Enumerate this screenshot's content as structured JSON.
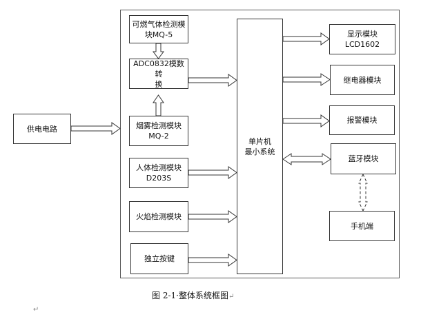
{
  "diagram": {
    "title": "整体系统框图",
    "power": {
      "label": "供电电路"
    },
    "inputs": [
      {
        "id": "gas",
        "label": "可燃气体检测模\n块MQ-5"
      },
      {
        "id": "adc",
        "label": "ADC0832模数转\n换"
      },
      {
        "id": "smoke",
        "label": "烟雾检测模块\nMQ-2"
      },
      {
        "id": "human",
        "label": "人体检测模块\nD203S"
      },
      {
        "id": "flame",
        "label": "火焰检测模块"
      },
      {
        "id": "key",
        "label": "独立按键"
      }
    ],
    "mcu": {
      "label": "单片机\n最小系统"
    },
    "outputs": [
      {
        "id": "lcd",
        "label": "显示模块LCD1602"
      },
      {
        "id": "relay",
        "label": "继电器模块"
      },
      {
        "id": "alarm",
        "label": "报警模块"
      },
      {
        "id": "bluetooth",
        "label": "蓝牙模块"
      },
      {
        "id": "phone",
        "label": "手机端"
      }
    ],
    "connections": [
      {
        "from": "power",
        "to": "frame",
        "type": "arrow"
      },
      {
        "from": "gas",
        "to": "adc",
        "type": "arrow"
      },
      {
        "from": "smoke",
        "to": "adc",
        "type": "arrow"
      },
      {
        "from": "adc",
        "to": "mcu",
        "type": "arrow"
      },
      {
        "from": "human",
        "to": "mcu",
        "type": "arrow"
      },
      {
        "from": "flame",
        "to": "mcu",
        "type": "arrow"
      },
      {
        "from": "key",
        "to": "mcu",
        "type": "arrow"
      },
      {
        "from": "mcu",
        "to": "lcd",
        "type": "arrow"
      },
      {
        "from": "mcu",
        "to": "relay",
        "type": "arrow"
      },
      {
        "from": "mcu",
        "to": "alarm",
        "type": "arrow"
      },
      {
        "from": "mcu",
        "to": "bluetooth",
        "type": "bidirectional"
      },
      {
        "from": "bluetooth",
        "to": "phone",
        "type": "wireless-dashed"
      }
    ]
  },
  "caption": {
    "prefix": "图 2-1",
    "text": "整体系统框图",
    "paragraph_mark": "↵"
  },
  "trailing_paragraph_mark": "↵"
}
